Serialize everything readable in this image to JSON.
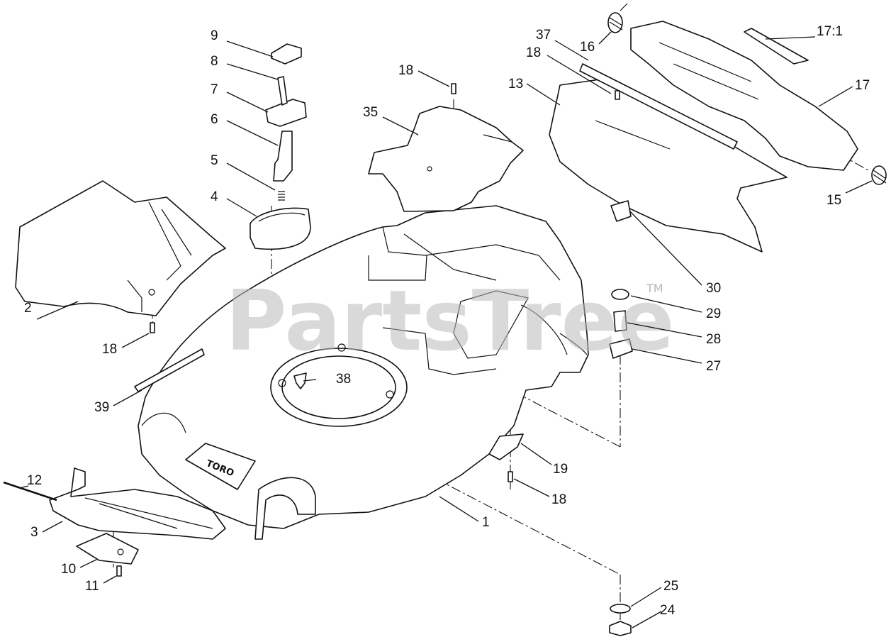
{
  "diagram": {
    "watermark": {
      "text": "PartsTree",
      "trademark": "TM"
    },
    "brand_logo_text": "TORO",
    "callouts": [
      {
        "id": "c1",
        "label": "1"
      },
      {
        "id": "c2",
        "label": "2"
      },
      {
        "id": "c3",
        "label": "3"
      },
      {
        "id": "c4",
        "label": "4"
      },
      {
        "id": "c5",
        "label": "5"
      },
      {
        "id": "c6",
        "label": "6"
      },
      {
        "id": "c7",
        "label": "7"
      },
      {
        "id": "c8",
        "label": "8"
      },
      {
        "id": "c9",
        "label": "9"
      },
      {
        "id": "c10",
        "label": "10"
      },
      {
        "id": "c11",
        "label": "11"
      },
      {
        "id": "c12",
        "label": "12"
      },
      {
        "id": "c13",
        "label": "13"
      },
      {
        "id": "c15",
        "label": "15"
      },
      {
        "id": "c16",
        "label": "16"
      },
      {
        "id": "c17",
        "label": "17"
      },
      {
        "id": "c17_1",
        "label": "17:1"
      },
      {
        "id": "c18a",
        "label": "18"
      },
      {
        "id": "c18b",
        "label": "18"
      },
      {
        "id": "c18c",
        "label": "18"
      },
      {
        "id": "c18d",
        "label": "18"
      },
      {
        "id": "c19",
        "label": "19"
      },
      {
        "id": "c24",
        "label": "24"
      },
      {
        "id": "c25",
        "label": "25"
      },
      {
        "id": "c27",
        "label": "27"
      },
      {
        "id": "c28",
        "label": "28"
      },
      {
        "id": "c29",
        "label": "29"
      },
      {
        "id": "c30",
        "label": "30"
      },
      {
        "id": "c35",
        "label": "35"
      },
      {
        "id": "c37",
        "label": "37"
      },
      {
        "id": "c38",
        "label": "38"
      },
      {
        "id": "c39",
        "label": "39"
      }
    ]
  }
}
